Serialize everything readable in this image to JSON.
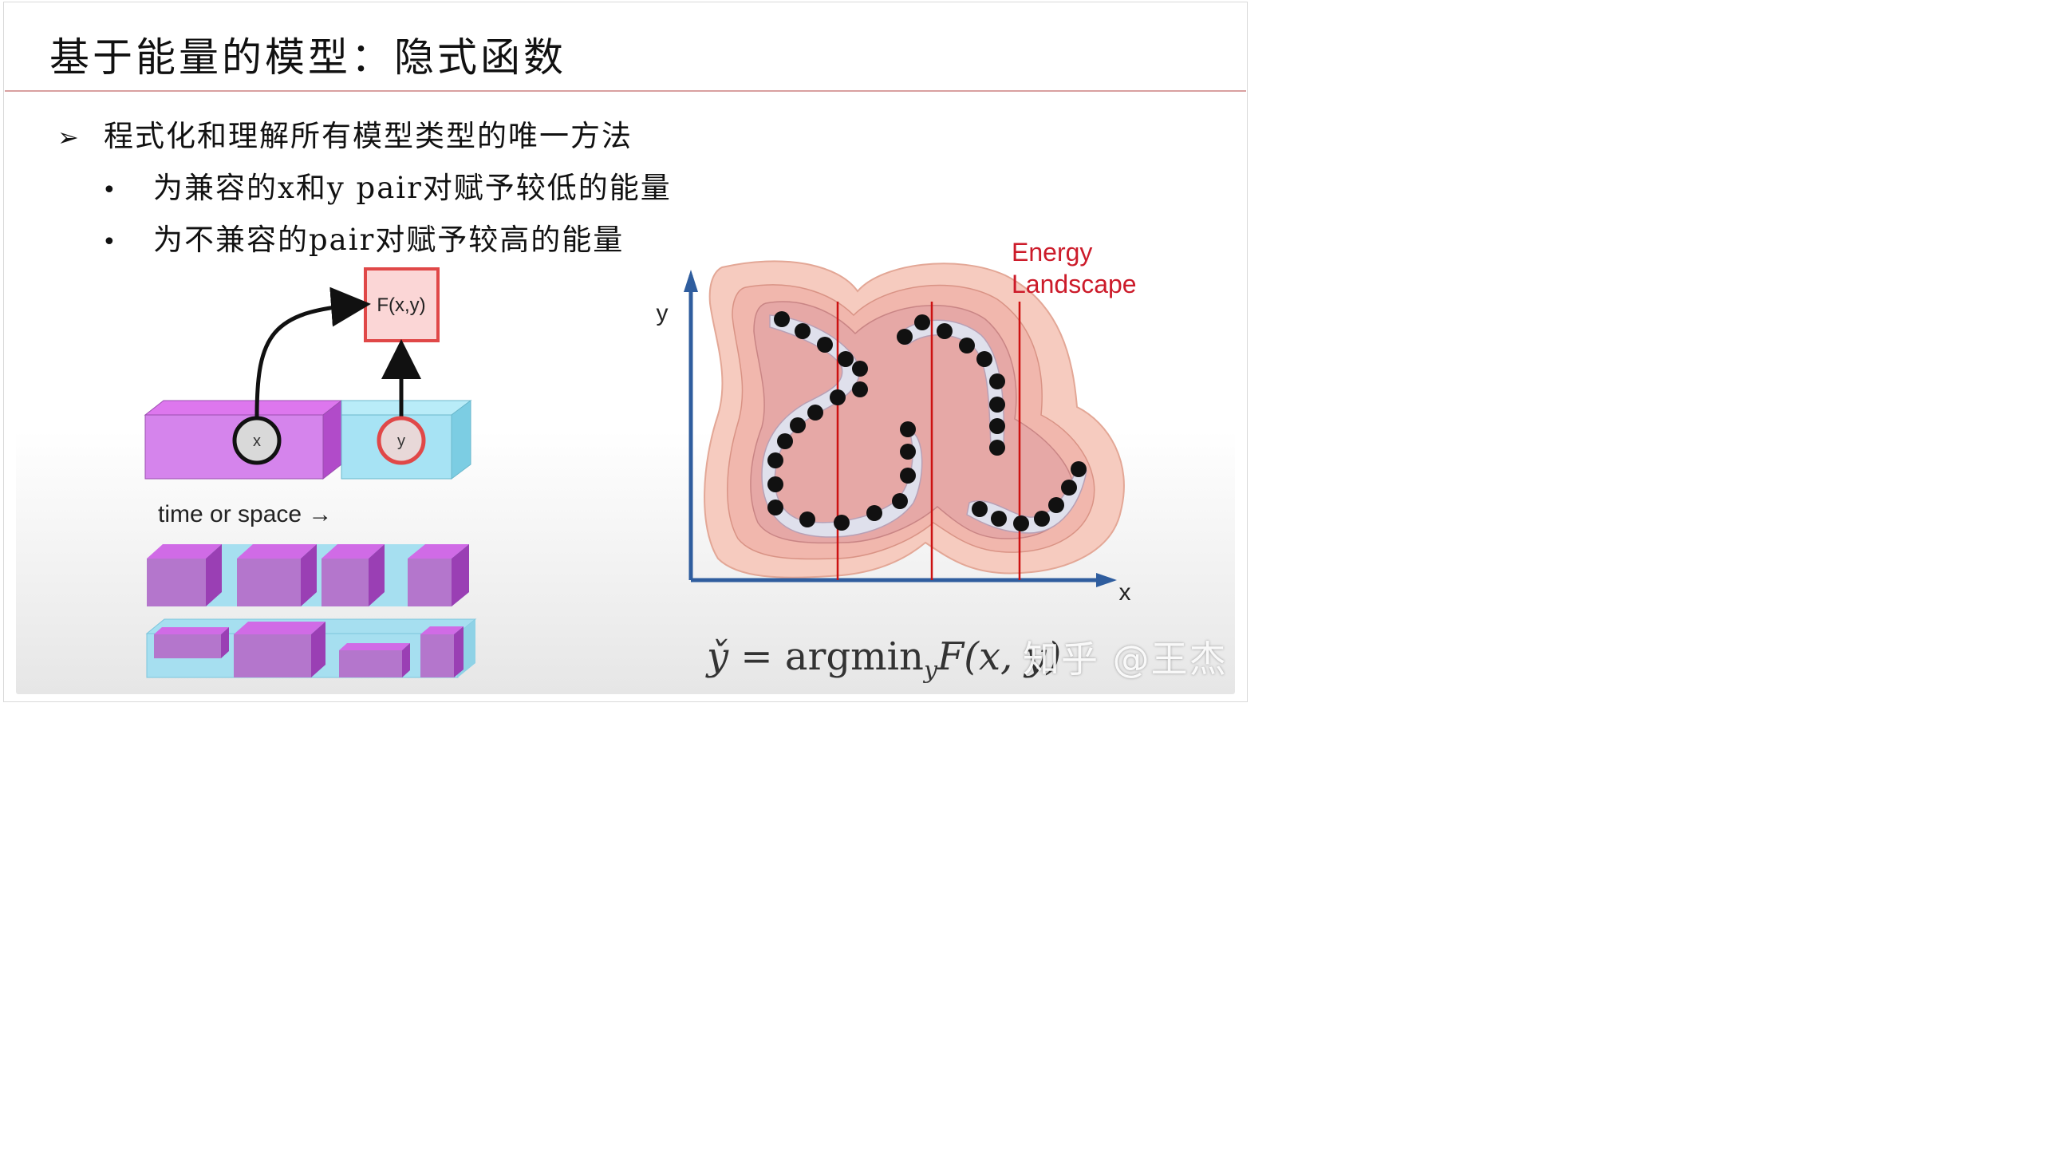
{
  "slide": {
    "title": "基于能量的模型：隐式函数",
    "bullet_main": "程式化和理解所有模型类型的唯一方法",
    "bullet_main_marker": "➢",
    "sub_bullets": [
      "为兼容的x和y pair对赋予较低的能量",
      "为不兼容的pair对赋予较高的能量"
    ],
    "sub_bullet_marker": "•"
  },
  "left_figure": {
    "function_box_label": "F(x,y)",
    "x_node_label": "x",
    "y_node_label": "y",
    "caption": "time or space →",
    "colors": {
      "purple": "#cc66dd",
      "cyan": "#99e0f2",
      "red": "#e04848"
    }
  },
  "right_figure": {
    "title_line1": "Energy",
    "title_line2": "Landscape",
    "x_axis_label": "x",
    "y_axis_label": "y",
    "colors": {
      "axis": "#2f5d9e",
      "landscape": "#f7cfc4",
      "slice": "#cc1111",
      "dots": "#111111"
    }
  },
  "formula": {
    "lhs": "y̌",
    "eq": "=",
    "op": "argmin",
    "sub": "y",
    "rhs": "F(x, y)"
  },
  "watermark": "知乎 @王杰"
}
